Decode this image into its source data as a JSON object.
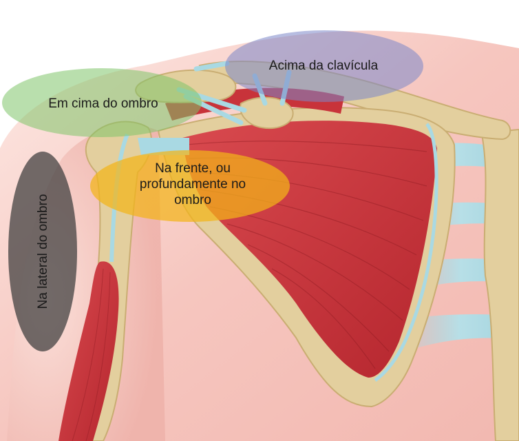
{
  "regions": [
    {
      "id": "above-clavicle",
      "label": "Acima da clavícula",
      "color": "#7b86c9"
    },
    {
      "id": "top-of-shoulder",
      "label": "Em cima do ombro",
      "color": "#7fc46a"
    },
    {
      "id": "front-deep",
      "label_lines": [
        "Na frente, ou",
        "profundamente no",
        "ombro"
      ],
      "color": "#f2b419"
    },
    {
      "id": "side-of-shoulder",
      "label": "Na lateral do ombro",
      "color": "#3b3b3b"
    }
  ],
  "colors": {
    "skin": "#f6c9c2",
    "skin_light": "#fbe3dd",
    "bone": "#e3cf9e",
    "bone_edge": "#c9ad72",
    "muscle": "#c8333a",
    "muscle_dark": "#9c1f26",
    "cartilage": "#a9d9e3"
  },
  "icons": [
    "shoulder-anatomy-illustration"
  ]
}
